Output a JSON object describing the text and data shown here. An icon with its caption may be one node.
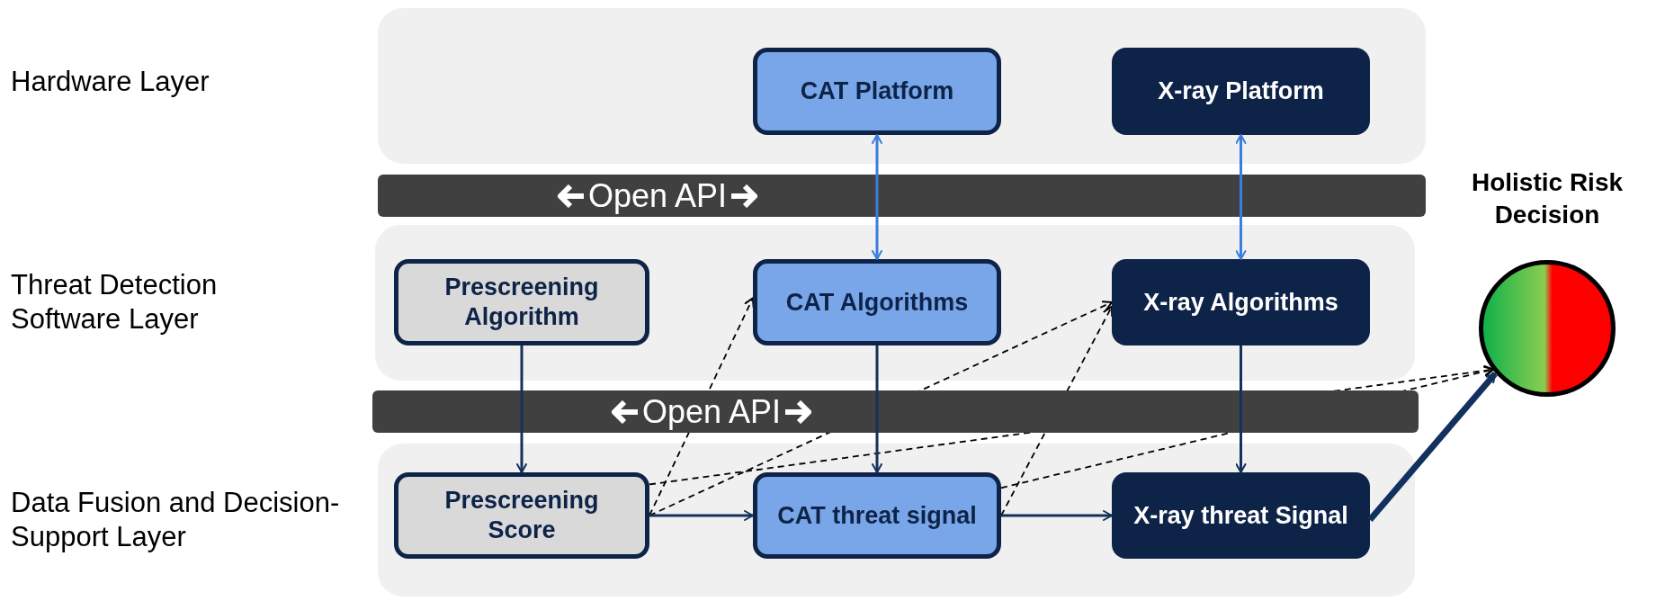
{
  "diagram": {
    "nodes": [
      {
        "text": [],
        "shape": "box"
      },
      {
        "text": [
          "CAT Platform"
        ],
        "in": 0
      },
      {
        "text": [
          "X-ray Platform"
        ],
        "in": 0
      },
      {
        "text": [],
        "shape": "box"
      },
      {
        "text": [
          "Prescreening Algorithm"
        ],
        "in": 3
      },
      {
        "text": [
          "CAT Algorithms"
        ],
        "in": 3
      },
      {
        "text": [
          "X-ray Algorithms"
        ],
        "in": 3
      },
      {
        "text": [],
        "shape": "box"
      },
      {
        "text": [
          "Prescreening Score"
        ],
        "in": 7
      },
      {
        "text": [
          "CAT threat signal"
        ],
        "in": 7
      },
      {
        "text": [
          "X-ray threat Signal"
        ],
        "in": 7
      },
      {
        "text": [],
        "shape": "circle",
        "beside": [
          "Holistic Risk Decision"
        ]
      }
    ],
    "edges": [
      {
        "from": 1,
        "to": 5,
        "arrow": "both",
        "color": "#3b7ddd"
      },
      {
        "from": 2,
        "to": 6,
        "arrow": "both",
        "color": "#3b7ddd"
      },
      {
        "from": 4,
        "to": 8,
        "arrow": "to"
      },
      {
        "from": 5,
        "to": 9,
        "arrow": "to"
      },
      {
        "from": 6,
        "to": 10,
        "arrow": "to"
      },
      {
        "from": 8,
        "to": 9,
        "arrow": "to"
      },
      {
        "from": 9,
        "to": 10,
        "arrow": "to"
      },
      {
        "from": 8,
        "to": 5,
        "arrow": "to",
        "style": "dashed",
        "color": "#000000"
      },
      {
        "from": 8,
        "to": 6,
        "arrow": "to",
        "style": "dashed",
        "color": "#000000"
      },
      {
        "from": 8,
        "to": 11,
        "arrow": "to",
        "style": "dashed",
        "color": "#000000"
      },
      {
        "from": 9,
        "to": 6,
        "arrow": "to",
        "style": "dashed",
        "color": "#000000"
      },
      {
        "from": 9,
        "to": 11,
        "arrow": "to",
        "style": "dashed",
        "color": "#000000"
      },
      {
        "from": 10,
        "to": 11,
        "arrow": "to",
        "style": "thick"
      }
    ],
    "labels": [
      "Hardware Layer",
      "Open API",
      "Threat Detection Software Layer",
      "Open API",
      "Data Fusion and Decision-Support Layer"
    ]
  }
}
